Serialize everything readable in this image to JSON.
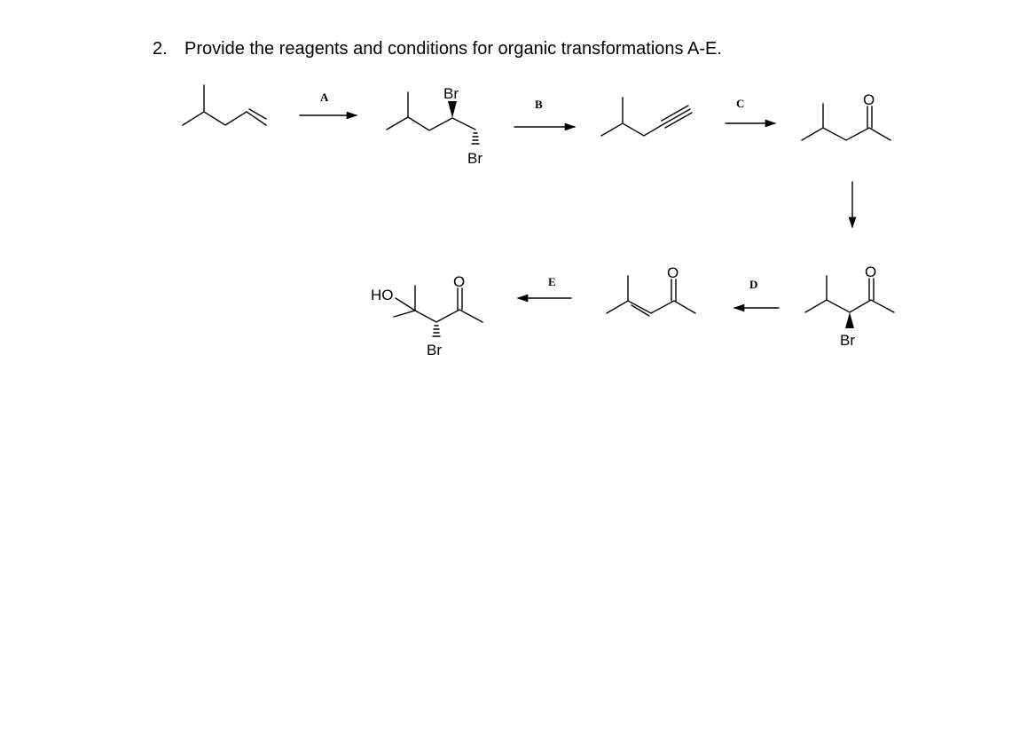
{
  "question": {
    "number": "2.",
    "text": "Provide the reagents and conditions for organic transformations A-E."
  },
  "steps": {
    "A": "A",
    "B": "B",
    "C": "C",
    "D": "D",
    "E": "E"
  },
  "atoms": {
    "br_top": "Br",
    "br_bottom": "Br",
    "o_ketone": "O",
    "o_bromoketone": "O",
    "br_bromoketone": "Br",
    "o_enone": "O",
    "o_final": "O",
    "ho_final": "HO",
    "br_final": "Br"
  }
}
